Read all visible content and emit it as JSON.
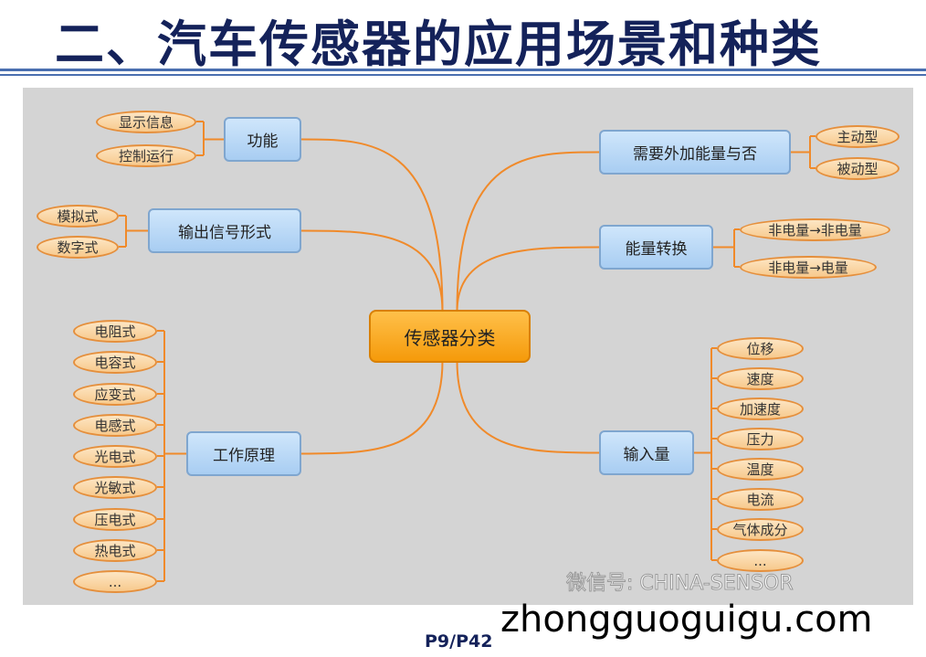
{
  "title": "二、汽车传感器的应用场景和种类",
  "center": "传感器分类",
  "branches": [
    {
      "label": "功能",
      "leaves": [
        "显示信息",
        "控制运行"
      ]
    },
    {
      "label": "输出信号形式",
      "leaves": [
        "模拟式",
        "数字式"
      ]
    },
    {
      "label": "工作原理",
      "leaves": [
        "电阻式",
        "电容式",
        "应变式",
        "电感式",
        "光电式",
        "光敏式",
        "压电式",
        "热电式",
        "..."
      ]
    },
    {
      "label": "需要外加能量与否",
      "leaves": [
        "主动型",
        "被动型"
      ]
    },
    {
      "label": "能量转换",
      "leaves": [
        "非电量→非电量",
        "非电量→电量"
      ]
    },
    {
      "label": "输入量",
      "leaves": [
        "位移",
        "速度",
        "加速度",
        "压力",
        "温度",
        "电流",
        "气体成分",
        "..."
      ]
    }
  ],
  "watermark": "微信号: CHINA-SENSOR",
  "site": "zhongguoguigu.com",
  "page": "P9/P42",
  "colors": {
    "line": "#f08a2a",
    "title": "#14225a"
  }
}
